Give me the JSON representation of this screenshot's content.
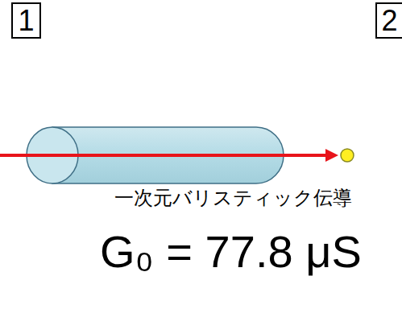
{
  "diagram": {
    "nodes": [
      {
        "text": [
          "1"
        ]
      },
      {
        "text": [
          "2"
        ]
      }
    ],
    "labels": [
      "一次元バリスティック伝導",
      "G₀ = 77.8 μS"
    ]
  }
}
